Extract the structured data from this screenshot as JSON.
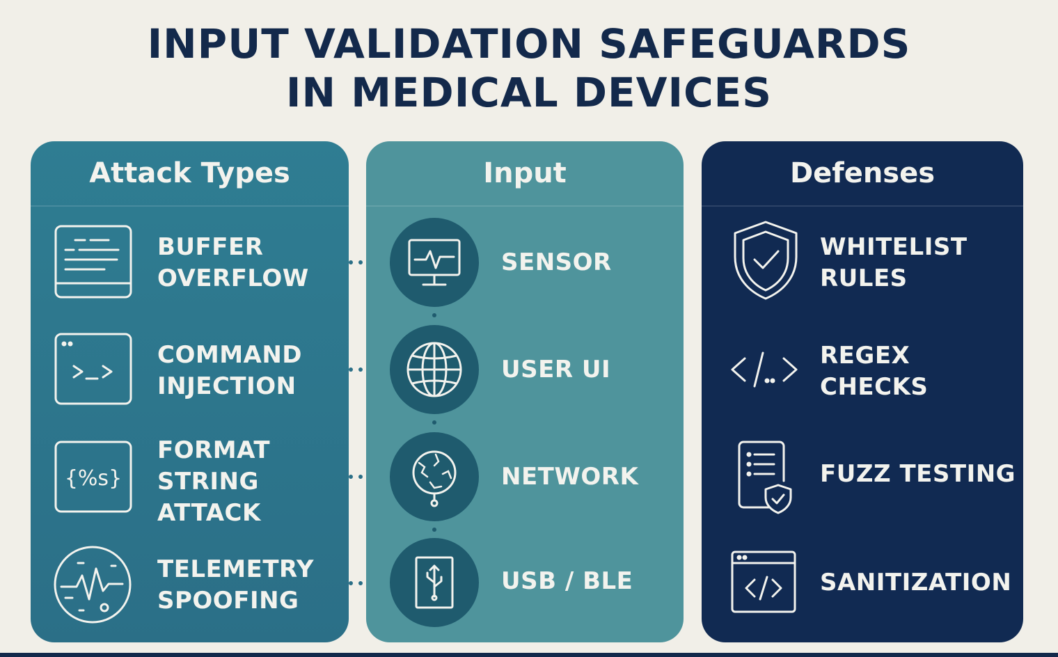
{
  "title": {
    "line1": "INPUT VALIDATION SAFEGUARDS",
    "line2": "IN MEDICAL DEVICES"
  },
  "columns": {
    "attack": {
      "heading": "Attack Types",
      "items": [
        {
          "label": "BUFFER\nOVERFLOW",
          "icon": "code-window-icon"
        },
        {
          "label": "COMMAND\nINJECTION",
          "icon": "terminal-icon"
        },
        {
          "label": "FORMAT\nSTRING\nATTACK",
          "icon": "format-string-icon"
        },
        {
          "label": "TELEMETRY\nSPOOFING",
          "icon": "waveform-icon"
        }
      ]
    },
    "input": {
      "heading": "Input",
      "items": [
        {
          "label": "SENSOR",
          "icon": "monitor-heartbeat-icon"
        },
        {
          "label": "USER UI",
          "icon": "globe-icon"
        },
        {
          "label": "NETWORK",
          "icon": "network-globe-icon"
        },
        {
          "label": "USB / BLE",
          "icon": "usb-icon"
        }
      ]
    },
    "defenses": {
      "heading": "Defenses",
      "items": [
        {
          "label": "WHITELIST\nRULES",
          "icon": "shield-check-icon"
        },
        {
          "label": "REGEX\nCHECKS",
          "icon": "code-brackets-icon"
        },
        {
          "label": "FUZZ TESTING",
          "icon": "document-shield-icon"
        },
        {
          "label": "SANITIZATION",
          "icon": "browser-code-icon"
        }
      ]
    }
  },
  "colors": {
    "title": "#13294b",
    "attack_panel": "#2f7d92",
    "input_panel": "#4f949c",
    "defense_panel": "#112a52",
    "icon_circle": "#1f5b6e",
    "text": "#f3f3ee"
  }
}
